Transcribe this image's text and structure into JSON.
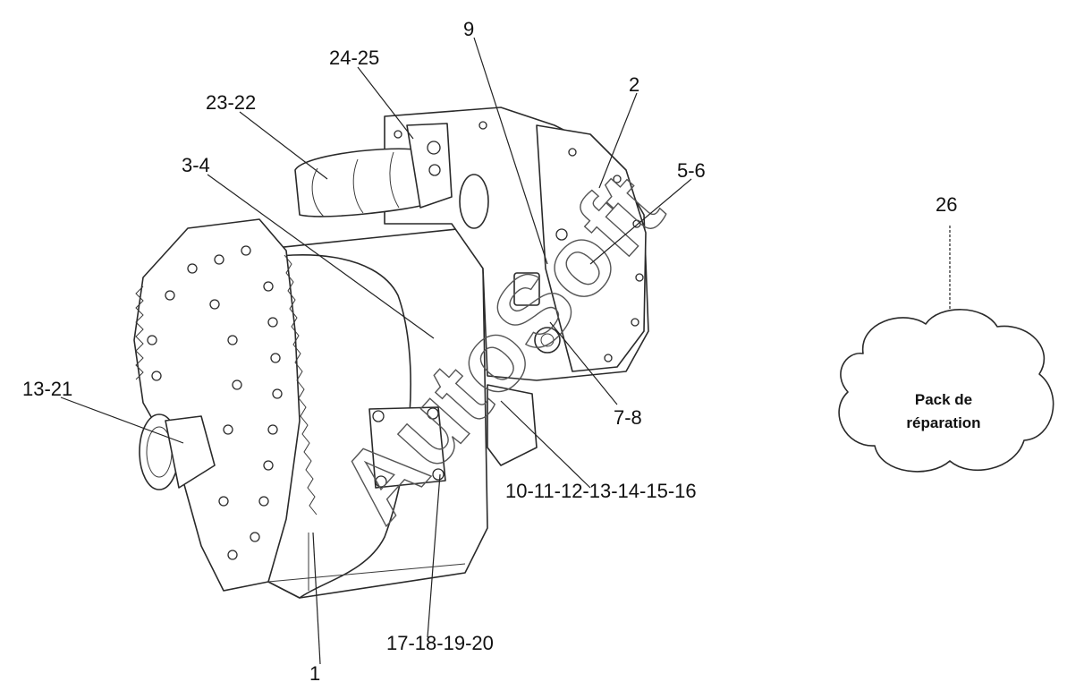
{
  "labels": {
    "l_1": "1",
    "l_2": "2",
    "l_3_4": "3-4",
    "l_5_6": "5-6",
    "l_7_8": "7-8",
    "l_9": "9",
    "l_10_16": "10-11-12-13-14-15-16",
    "l_13_21": "13-21",
    "l_17_20": "17-18-19-20",
    "l_23_22": "23-22",
    "l_24_25": "24-25",
    "l_26": "26"
  },
  "repair_pack": {
    "line1": "Pack de",
    "line2": "réparation"
  },
  "watermark": "AutoSoft"
}
